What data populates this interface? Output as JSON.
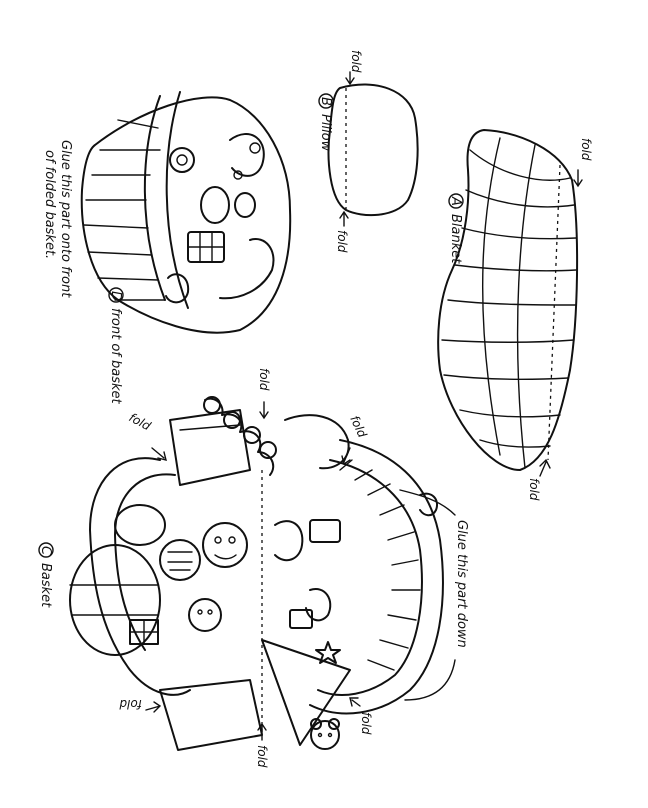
{
  "labels": {
    "fold": "fold",
    "pillow": "Pillow",
    "pillow_letter": "B",
    "blanket": "Blanket",
    "blanket_letter": "A",
    "basket": "Basket",
    "basket_letter": "C",
    "front_of_basket": "front of basket",
    "front_letter": "D",
    "glue_front_line1": "Glue this part onto front",
    "glue_front_line2": "of folded basket.",
    "glue_down": "Glue this part down"
  },
  "colors": {
    "ink": "#111111",
    "paper": "#ffffff"
  }
}
